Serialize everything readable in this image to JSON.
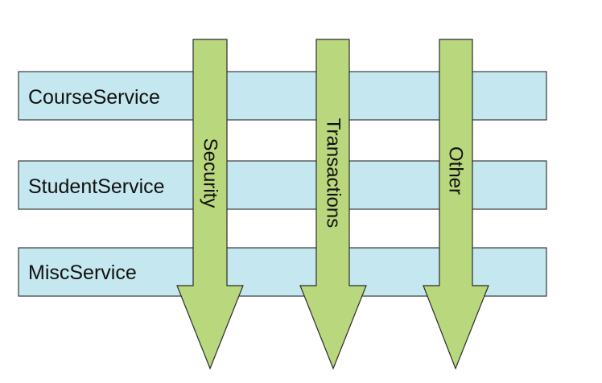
{
  "services": [
    {
      "label": "CourseService"
    },
    {
      "label": "StudentService"
    },
    {
      "label": "MiscService"
    }
  ],
  "concerns": [
    {
      "label": "Security"
    },
    {
      "label": "Transactions"
    },
    {
      "label": "Other"
    }
  ],
  "colors": {
    "service_fill": "#c5e7ef",
    "arrow_fill": "#b9d77d",
    "stroke": "#2b2b2b",
    "text": "#111111"
  }
}
